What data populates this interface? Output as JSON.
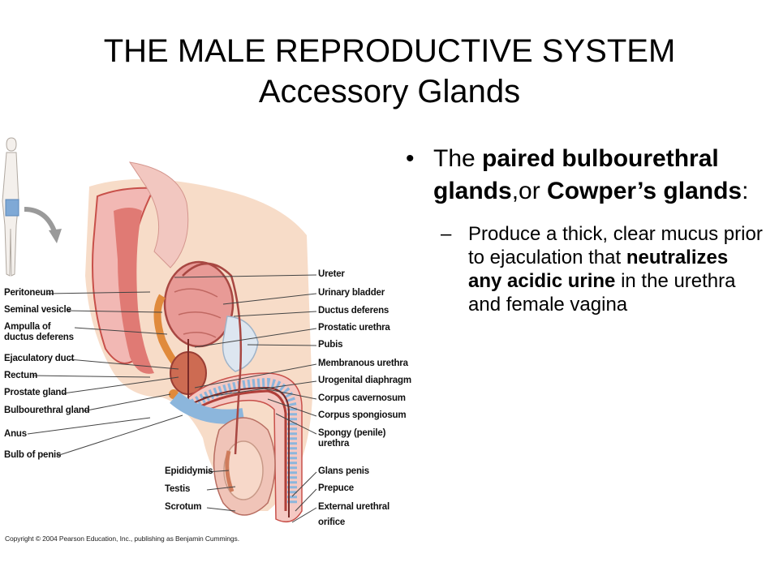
{
  "slide": {
    "title_line1": "THE MALE REPRODUCTIVE SYSTEM",
    "title_line2": "Accessory Glands"
  },
  "bullet": {
    "marker": "•",
    "runs": [
      {
        "text": "The ",
        "bold": false
      },
      {
        "text": "paired bulbourethral glands",
        "bold": true
      },
      {
        "text": ",or ",
        "bold": false
      },
      {
        "text": "Cowper’s glands",
        "bold": true
      },
      {
        "text": ":",
        "bold": false
      }
    ],
    "sub_marker": "–",
    "sub_runs": [
      {
        "text": "Produce a thick, clear mucus prior to ejaculation that ",
        "bold": false
      },
      {
        "text": "neutralizes any acidic urine",
        "bold": true
      },
      {
        "text": " in the urethra and female vagina",
        "bold": false
      }
    ]
  },
  "figure": {
    "left_labels": {
      "peritoneum": "Peritoneum",
      "seminal_vesicle": "Seminal vesicle",
      "ampulla_line1": "Ampulla of",
      "ampulla_line2": "ductus deferens",
      "ejaculatory_duct": "Ejaculatory duct",
      "rectum": "Rectum",
      "prostate_gland": "Prostate gland",
      "bulbourethral_gland": "Bulbourethral gland",
      "anus": "Anus",
      "bulb_of_penis": "Bulb of penis"
    },
    "right_labels": {
      "ureter": "Ureter",
      "urinary_bladder": "Urinary bladder",
      "ductus_deferens": "Ductus deferens",
      "prostatic_urethra": "Prostatic urethra",
      "pubis": "Pubis",
      "membranous_urethra": "Membranous urethra",
      "urogenital_diaphragm": "Urogenital diaphragm",
      "corpus_cavernosum": "Corpus cavernosum",
      "corpus_spongiosum": "Corpus spongiosum",
      "spongy_urethra_line1": "Spongy (penile)",
      "spongy_urethra_line2": "urethra",
      "glans_penis": "Glans penis",
      "prepuce": "Prepuce",
      "external_orifice_line1": "External urethral",
      "external_orifice_line2": "orifice"
    },
    "lower_labels": {
      "epididymis": "Epididymis",
      "testis": "Testis",
      "scrotum": "Scrotum"
    },
    "copyright": "Copyright © 2004 Pearson Education, Inc., publishing as Benjamin Cummings."
  },
  "colors": {
    "tissue_pink": "#f2b8b4",
    "muscle_red": "#c8504a",
    "bladder_pink": "#e89a96",
    "bone_blue": "#8cb6dc",
    "gland_orange": "#e08a3c",
    "skin_tan": "#f7dcc8",
    "locator_blue": "#7fa9d6"
  }
}
